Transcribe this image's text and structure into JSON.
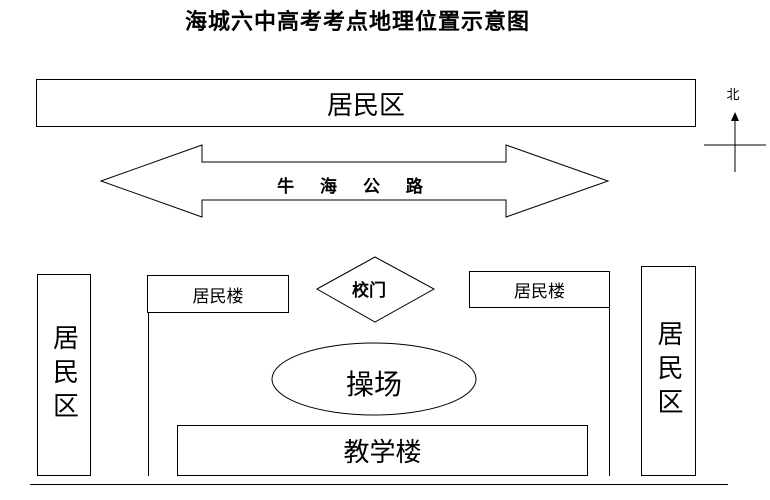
{
  "title": "海城六中高考考点地理位置示意图",
  "compass": {
    "north_label": "北"
  },
  "road": {
    "label": "牛 海 公 路"
  },
  "blocks": {
    "north": "居民区",
    "west": "居民区",
    "east": "居民区"
  },
  "buildings": {
    "northwest": "居民楼",
    "northeast": "居民楼",
    "gate": "校门",
    "playground": "操场",
    "teaching": "教学楼"
  }
}
